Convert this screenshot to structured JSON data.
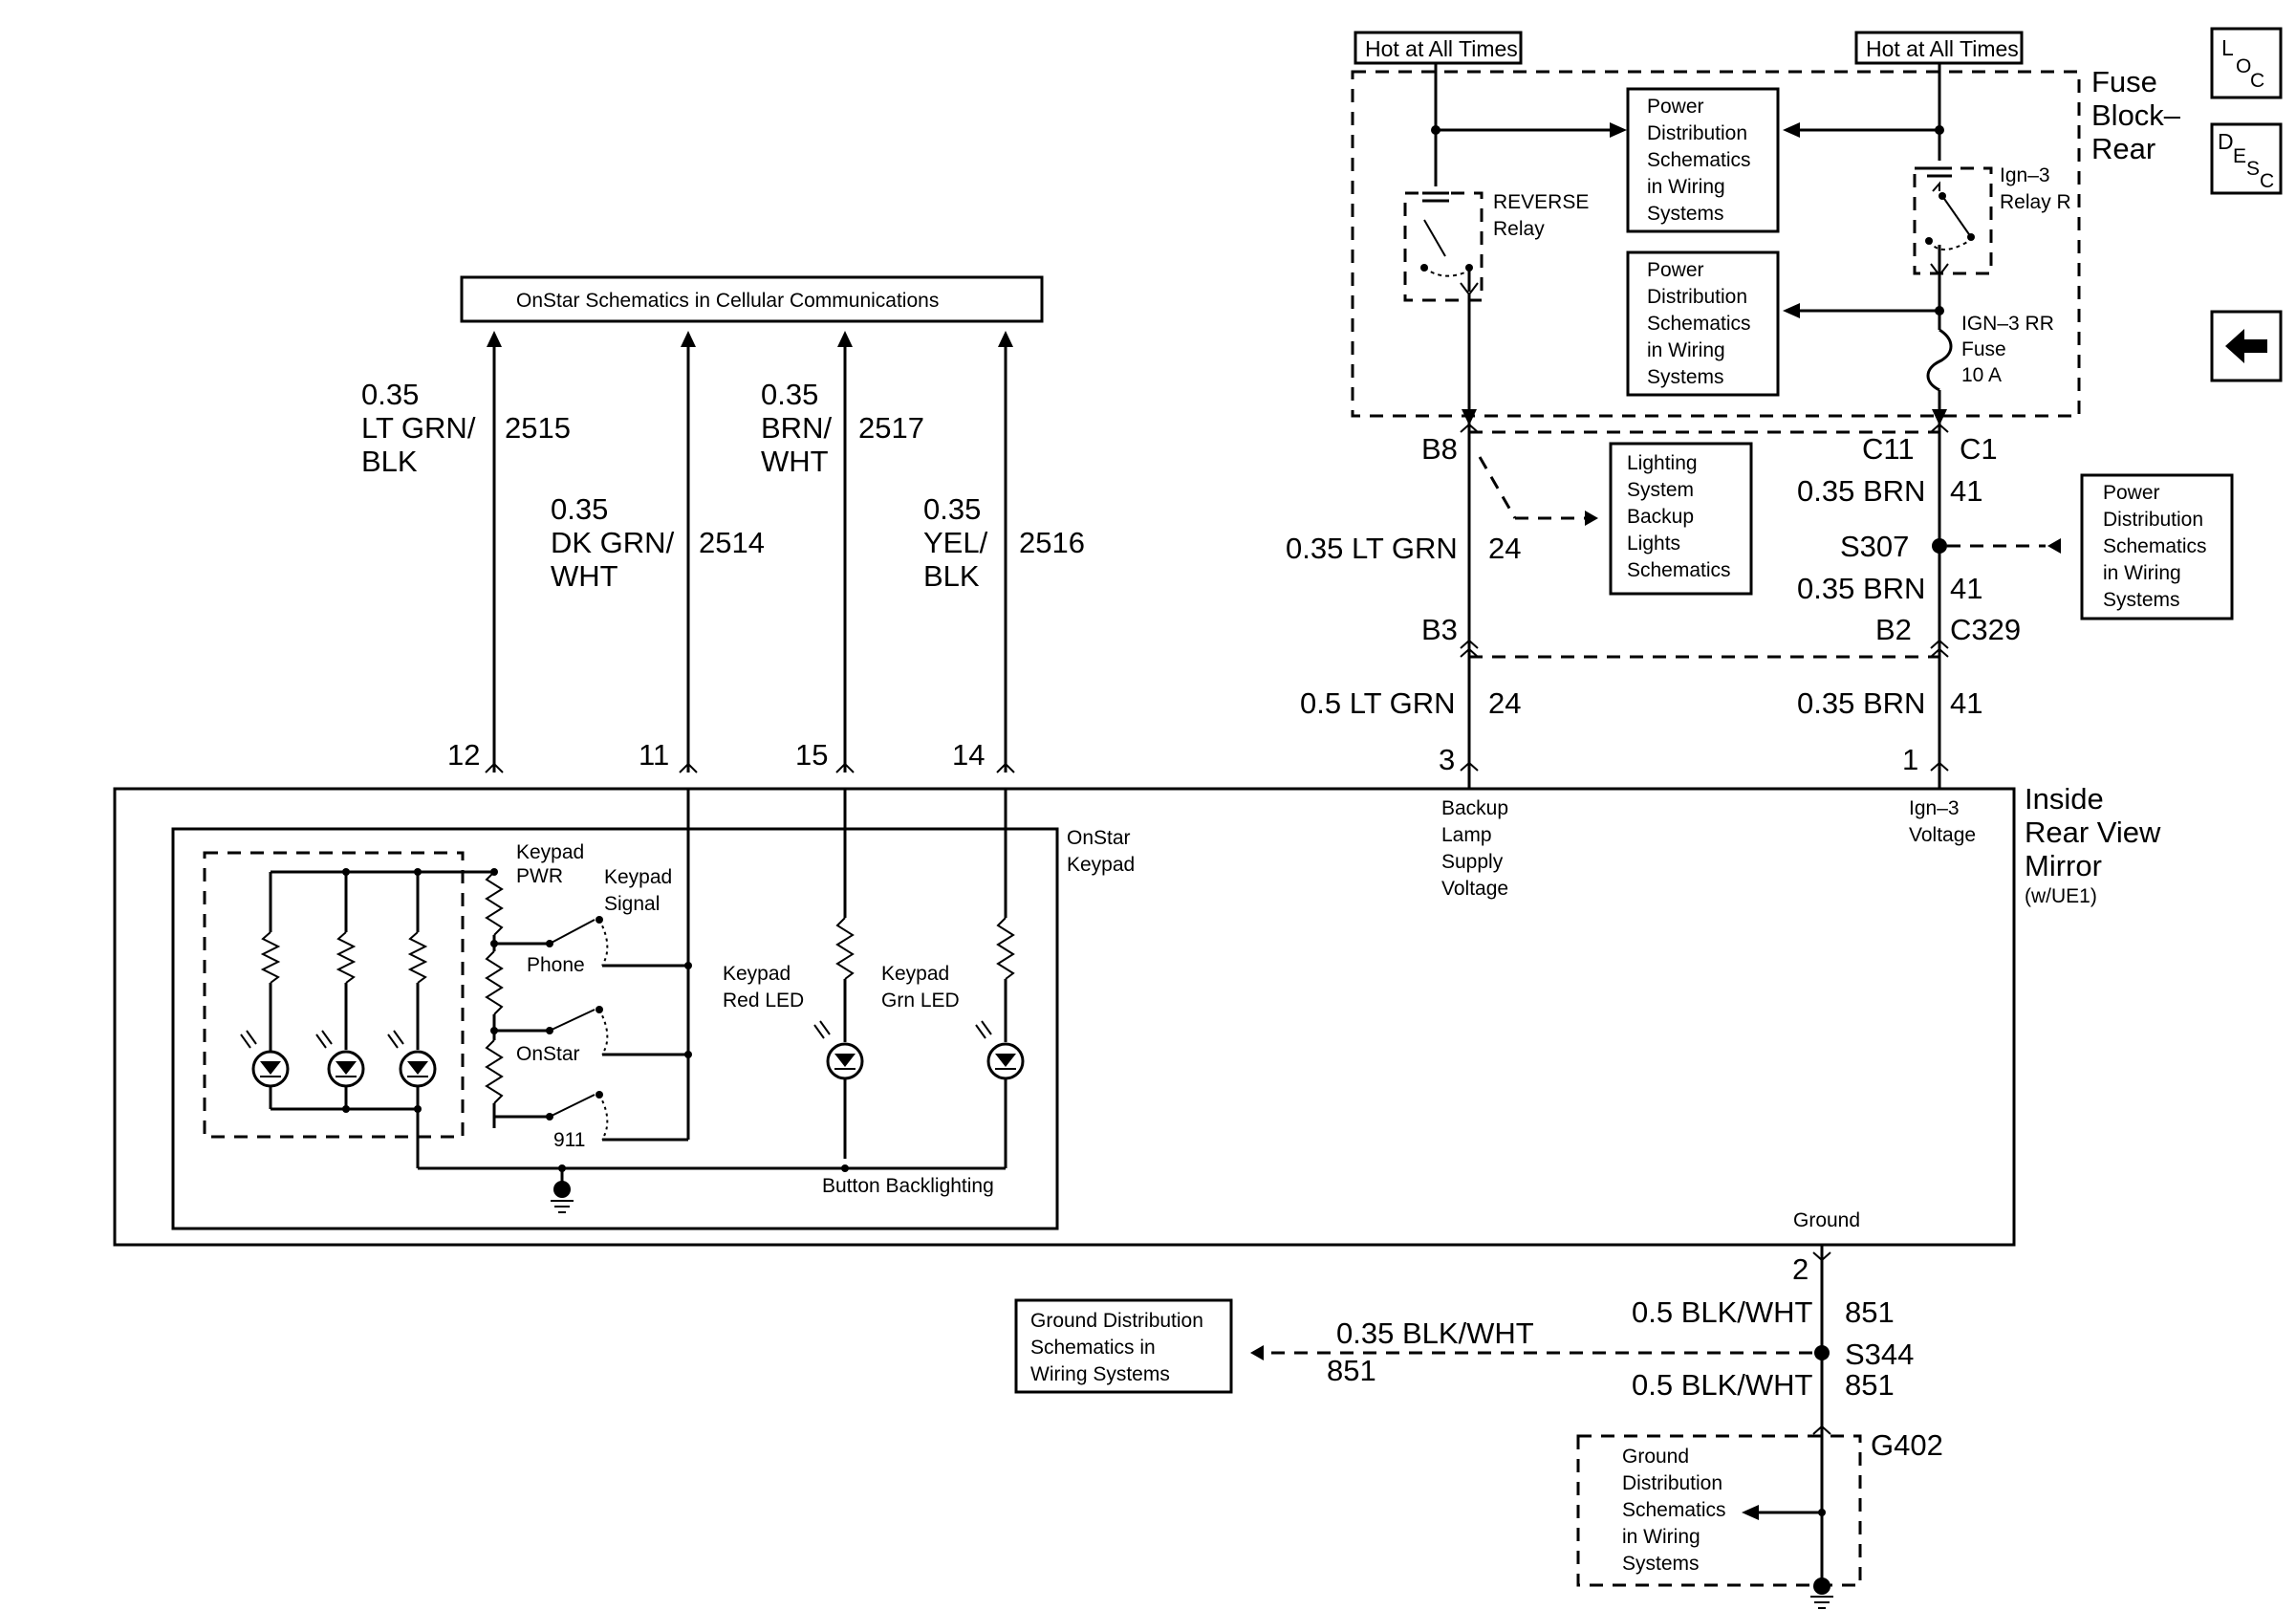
{
  "hot": {
    "left": "Hot at All Times",
    "right": "Hot at All Times"
  },
  "fuse_block": {
    "line1": "Fuse",
    "line2": "Block–",
    "line3": "Rear"
  },
  "pds_lines": [
    "Power",
    "Distribution",
    "Schematics",
    "in Wiring",
    "Systems"
  ],
  "lighting_lines": [
    "Lighting",
    "System",
    "Backup",
    "Lights",
    "Schematics"
  ],
  "gds_lines": [
    "Ground Distribution",
    "Schematics in",
    "Wiring Systems"
  ],
  "gds2_lines": [
    "Ground",
    "Distribution",
    "Schematics",
    "in Wiring",
    "Systems"
  ],
  "reverse_relay": {
    "line1": "REVERSE",
    "line2": "Relay"
  },
  "ign3_relay": {
    "line1": "Ign–3",
    "line2": "Relay R"
  },
  "ign3_fuse": {
    "line1": "IGN–3 RR",
    "line2": "Fuse",
    "line3": "10 A"
  },
  "onstar_box": "OnStar Schematics in Cellular Communications",
  "wires_left": [
    {
      "gauge": "0.35",
      "color1": "LT GRN/",
      "color2": "BLK",
      "circuit": "2515",
      "pin": "12"
    },
    {
      "gauge": "0.35",
      "color1": "DK GRN/",
      "color2": "WHT",
      "circuit": "2514",
      "pin": "11"
    },
    {
      "gauge": "0.35",
      "color1": "BRN/",
      "color2": "WHT",
      "circuit": "2517",
      "pin": "15"
    },
    {
      "gauge": "0.35",
      "color1": "YEL/",
      "color2": "BLK",
      "circuit": "2516",
      "pin": "14"
    }
  ],
  "right_wires": {
    "b8": "B8",
    "lt_grn_upper": "0.35 LT GRN",
    "lt_grn_upper_ckt": "24",
    "b3": "B3",
    "lt_grn_lower": "0.5 LT GRN",
    "lt_grn_lower_ckt": "24",
    "pin3": "3",
    "c11": "C11",
    "c1": "C1",
    "brn1": "0.35 BRN",
    "brn1_ckt": "41",
    "s307": "S307",
    "brn2": "0.35 BRN",
    "brn2_ckt": "41",
    "b2": "B2",
    "c329": "C329",
    "brn3": "0.35 BRN",
    "brn3_ckt": "41",
    "pin1": "1"
  },
  "mirror": {
    "line1": "Inside",
    "line2": "Rear View",
    "line3": "Mirror",
    "line4": "(w/UE1)",
    "backup_supply": [
      "Backup",
      "Lamp",
      "Supply",
      "Voltage"
    ],
    "ign3_voltage": [
      "Ign–3",
      "Voltage"
    ],
    "ground": "Ground"
  },
  "keypad": {
    "title1": "OnStar",
    "title2": "Keypad",
    "pwr1": "Keypad",
    "pwr2": "PWR",
    "sig1": "Keypad",
    "sig2": "Signal",
    "phone": "Phone",
    "onstar": "OnStar",
    "n911": "911",
    "red1": "Keypad",
    "red2": "Red LED",
    "grn1": "Keypad",
    "grn2": "Grn LED",
    "backlight": "Button Backlighting"
  },
  "ground": {
    "pin2": "2",
    "blk1": "0.5 BLK/WHT",
    "blk1_ckt": "851",
    "s344": "S344",
    "blk_left": "0.35 BLK/WHT",
    "blk_left_ckt": "851",
    "blk2": "0.5 BLK/WHT",
    "blk2_ckt": "851",
    "g402": "G402"
  },
  "nav": {
    "loc": [
      "L",
      "O",
      "C"
    ],
    "desc": [
      "D",
      "E",
      "S",
      "C"
    ],
    "back": "back-arrow-icon"
  }
}
